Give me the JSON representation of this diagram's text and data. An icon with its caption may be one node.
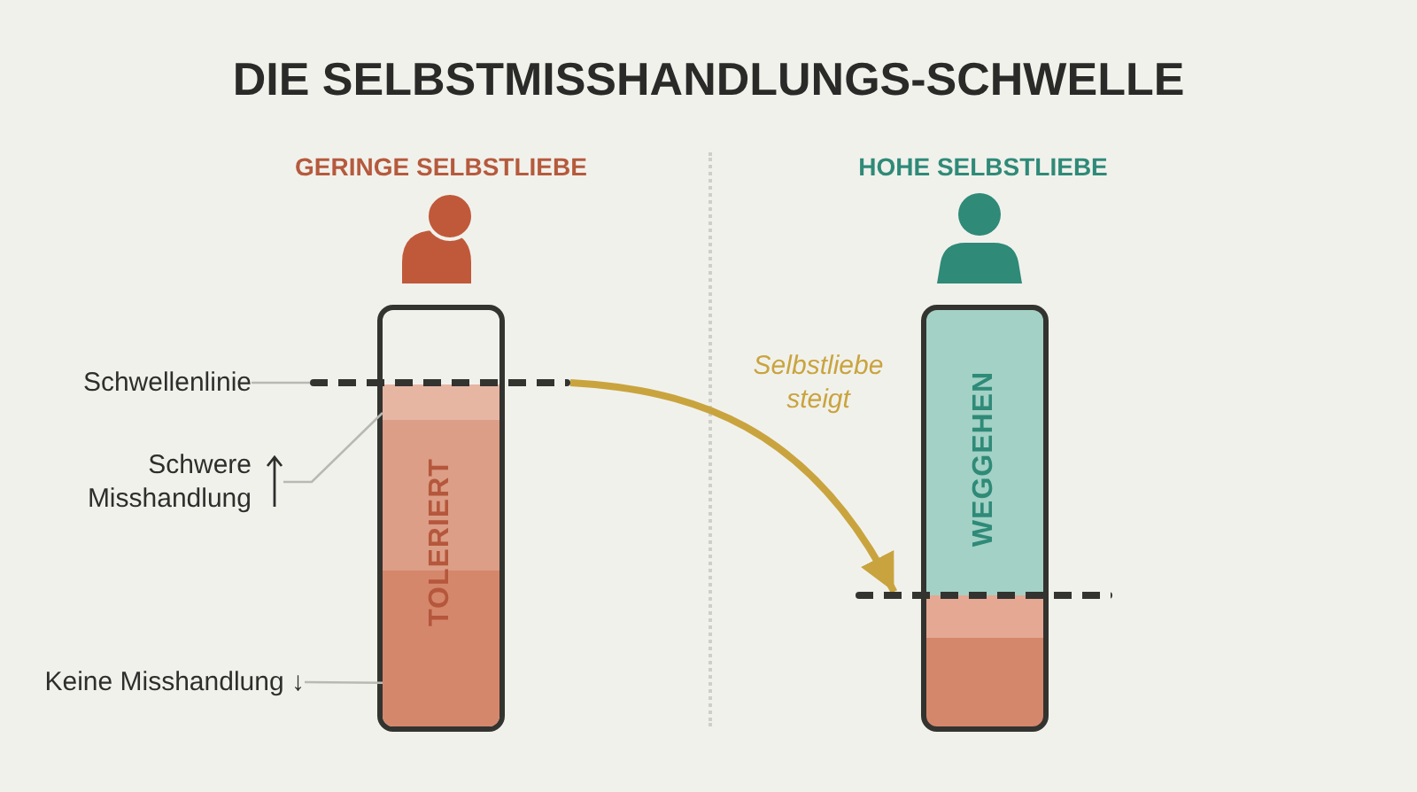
{
  "diagram": {
    "title": "DIE SELBSTMISSHANDLUNGS-SCHWELLE",
    "nodes": [
      {
        "text": [
          "Schwellenlinie"
        ]
      },
      {
        "text": [],
        "shape": "line"
      },
      {
        "text": [
          "Schwere Misshandlung"
        ]
      },
      {
        "text": [
          "Keine Misshandlung ↓"
        ]
      },
      {
        "text": [
          "TOLERIERT"
        ]
      },
      {
        "text": [],
        "shape": "bar",
        "in": 4
      },
      {
        "text": [],
        "shape": "bar",
        "in": 4
      },
      {
        "text": [
          "WEGGEHEN"
        ]
      },
      {
        "text": [],
        "shape": "line"
      }
    ],
    "edges": [
      {
        "from": 0,
        "to": 1,
        "arrow": "none"
      },
      {
        "from": 2,
        "to": 5,
        "arrow": "none"
      },
      {
        "from": 3,
        "to": 6,
        "arrow": "none"
      },
      {
        "from": 1,
        "to": 8,
        "arrow": "to",
        "label": "Selbstliebe steigt",
        "style": "thick",
        "color": "#c9a43e"
      }
    ],
    "labels": [
      "GERINGE SELBSTLIEBE",
      "HOHE SELBSTLIEBE"
    ]
  }
}
